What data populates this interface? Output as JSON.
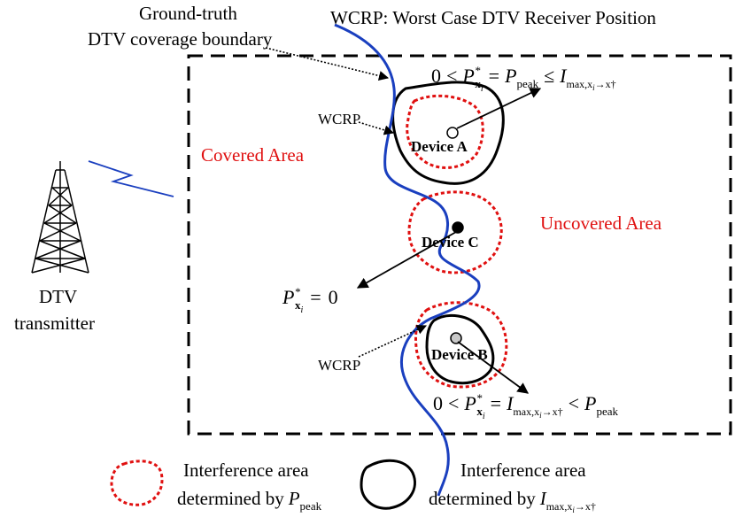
{
  "labels": {
    "title": "WCRP: Worst Case DTV Receiver Position",
    "boundary_line1": "Ground-truth",
    "boundary_line2": "DTV coverage boundary",
    "wcrp": "WCRP",
    "covered": "Covered Area",
    "uncovered": "Uncovered Area",
    "device_a": "Device A",
    "device_b": "Device B",
    "device_c": "Device C",
    "dtv": "DTV",
    "transmitter": "transmitter",
    "legend_red_line1": "Interference area",
    "legend_red_line2": "determined by",
    "legend_black_line1": "Interference area",
    "legend_black_line2": "determined by"
  },
  "math": {
    "zero": "0",
    "lt": "<",
    "le": "≤",
    "eq": "=",
    "P": "P",
    "I": "I",
    "star": "*",
    "sub_x": "x",
    "sub_i": "i",
    "peak": "peak",
    "max_sub": "max,x",
    "arrow_dagger": "→x†"
  },
  "colors": {
    "boundary": "#1a3fbf",
    "red_area": "#e01010",
    "black_area": "#000000",
    "signal": "#1a3fbf",
    "label_red": "#e01010",
    "device_b_fill": "#c8c8c8"
  }
}
